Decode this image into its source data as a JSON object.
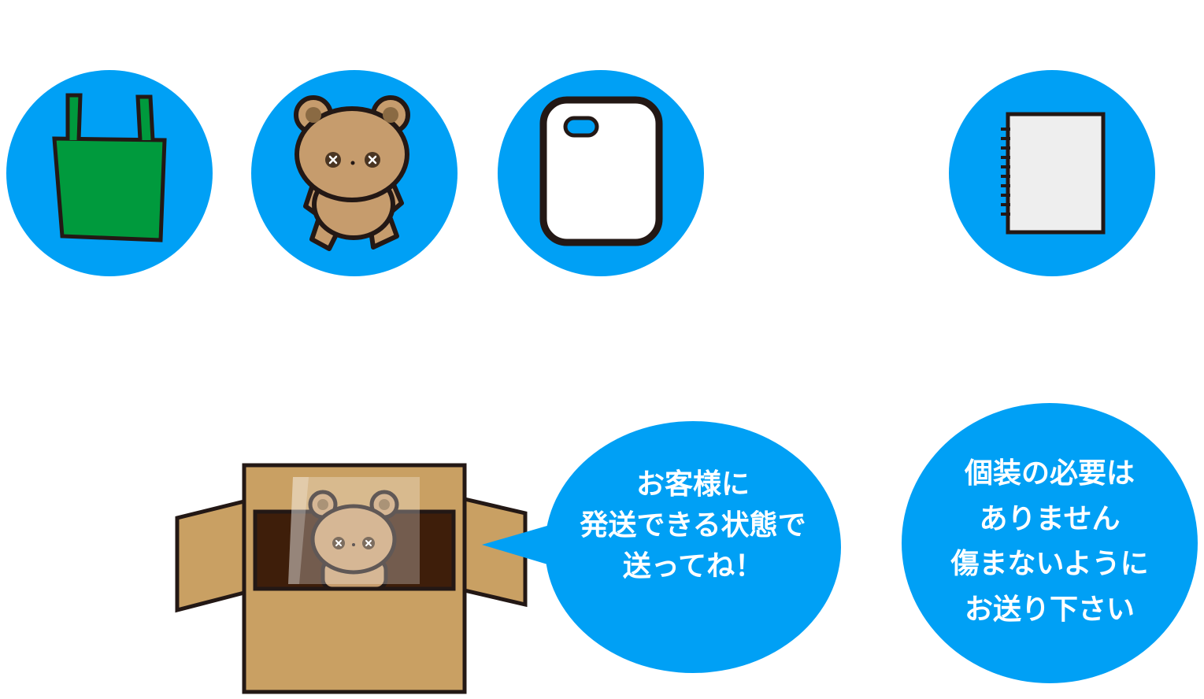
{
  "colors": {
    "circle_blue": "#00a0f5",
    "bag_green": "#009a3d",
    "bear_brown": "#c69c6d",
    "outline": "#231815",
    "box_tan": "#c9a063",
    "box_inside": "#3e1e0a",
    "notebook_fill": "#eeeeee",
    "text_white": "#ffffff"
  },
  "icons": [
    {
      "name": "shopping-bag-icon"
    },
    {
      "name": "bear-plush-icon"
    },
    {
      "name": "phone-case-icon"
    },
    {
      "name": "notebook-icon"
    }
  ],
  "speech_bubble_1": {
    "lines": [
      "お客様に",
      "発送できる状態で",
      "送ってね！"
    ]
  },
  "speech_bubble_2": {
    "lines": [
      "個装の必要は",
      "ありません",
      "傷まないように",
      "お送り下さい"
    ]
  }
}
